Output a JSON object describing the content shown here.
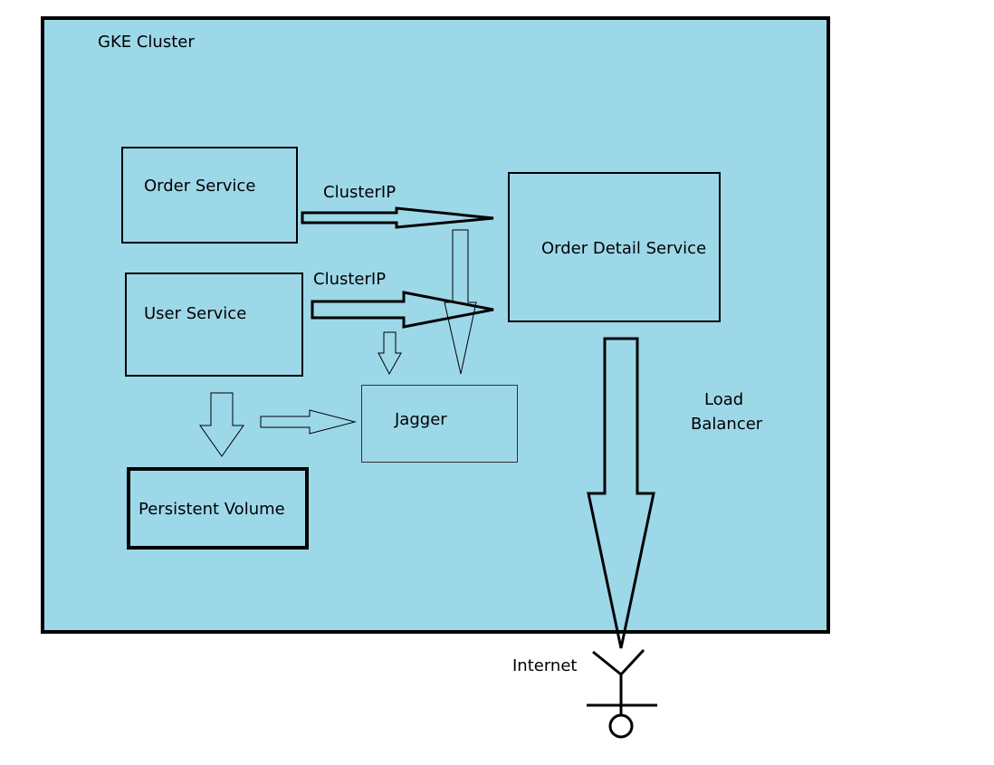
{
  "cluster": {
    "label": "GKE Cluster"
  },
  "services": {
    "order": "Order Service",
    "user": "User Service",
    "order_detail": "Order Detail Service",
    "jagger": "Jagger",
    "volume": "Persistent Volume"
  },
  "connections": {
    "order_to_detail": "ClusterIP",
    "user_to_detail": "ClusterIP",
    "load_balancer_line1": "Load",
    "load_balancer_line2": "Balancer"
  },
  "external": {
    "internet": "Internet"
  },
  "colors": {
    "cluster_fill": "#9dd8e9",
    "stroke": "#000000"
  },
  "icons": {
    "internet": "antenna-icon"
  }
}
